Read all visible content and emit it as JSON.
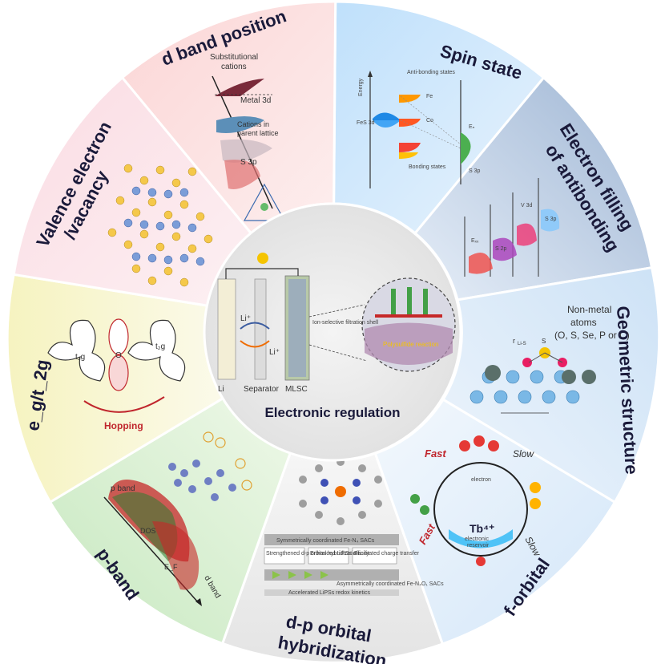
{
  "center": {
    "title": "Electronic regulation",
    "labels": {
      "li": "Li",
      "separator": "Separator",
      "mlsc": "MLSC",
      "li_ion": "Li⁺",
      "filtration": "Ion-selective filtration shell",
      "polysulfide": "Polysulfide reaction"
    }
  },
  "segments": {
    "spin_state": {
      "title": "Spin state",
      "labels": [
        "Energy",
        "Anti-bonding states",
        "Fe",
        "Co",
        "FeS 3d",
        "Bonding states",
        "Eₙ",
        "S 3p"
      ]
    },
    "electron_filling": {
      "title_line1": "Electron filling",
      "title_line2": "of antibonding",
      "labels": [
        "Eₓₓ",
        "S 2p",
        "S 3p",
        "V 3d"
      ]
    },
    "geometric": {
      "title": "Geometric structure",
      "label_line1": "Non-metal",
      "label_line2": "atoms",
      "label_line3": "(O, S, Se, P or C)",
      "bond_label": "r",
      "bond_sub": "Li-S",
      "s_label": "S"
    },
    "f_orbital": {
      "title": "f-orbital",
      "labels": [
        "Fast",
        "Slow",
        "electron",
        "Tb⁴⁺",
        "electronic",
        "reservoir",
        "Fast",
        "Slow"
      ]
    },
    "dp_hybrid": {
      "title_line1": "d-p orbital",
      "title_line2": "hybridization",
      "labels": [
        "Symmetrically coordinated Fe-N₄ SACs",
        "Strengthened d-p orbital hybridization",
        "Enhanced LiPSs affinity",
        "Facilitated charge transfer",
        "Asymmetrically coordinated Fe-N₄O₁ SACs",
        "Accelerated LiPSs redox kinetics"
      ]
    },
    "p_band": {
      "title": "p-band",
      "labels": [
        "p band",
        "DOS",
        "E_F",
        "d band"
      ]
    },
    "eg_t2g": {
      "title": "e_g/t_2g",
      "labels": [
        "t₂g",
        "O",
        "t₂g",
        "Hopping"
      ]
    },
    "valence": {
      "title_line1": "Valence electron",
      "title_line2": "/vacancy"
    },
    "d_band": {
      "title": "d band position",
      "labels": [
        "Substitutional",
        "cations",
        "Metal 3d",
        "Cations in",
        "parent lattice",
        "S 3p"
      ]
    }
  },
  "colors": {
    "spin": "#cfe6fa",
    "filling": "#c6d6ea",
    "geometric": "#d8e8f8",
    "f_orbital": "#e3eef9",
    "dp": "#ececec",
    "pband": "#e2f2dc",
    "egt2g": "#f8f6d8",
    "valence": "#fde6ea",
    "dband": "#fde3e3",
    "accent": "#c0262d"
  }
}
